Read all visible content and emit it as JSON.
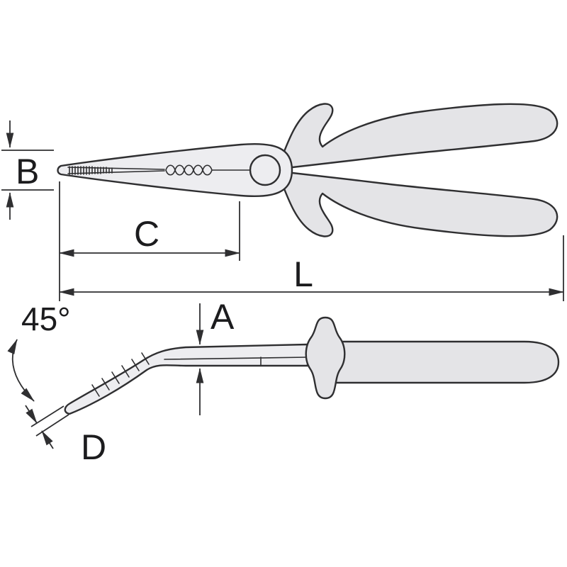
{
  "page": {
    "background": "#ffffff"
  },
  "colors": {
    "background": "#ffffff",
    "outline": "#2f2f31",
    "metal_fill": "#ededf0",
    "handle_fill": "#e4e4e7",
    "label_color": "#1c1c1e"
  },
  "labels": {
    "dim_b": "B",
    "dim_c": "C",
    "dim_l": "L",
    "dim_a": "A",
    "dim_d": "D",
    "angle": "45°"
  }
}
